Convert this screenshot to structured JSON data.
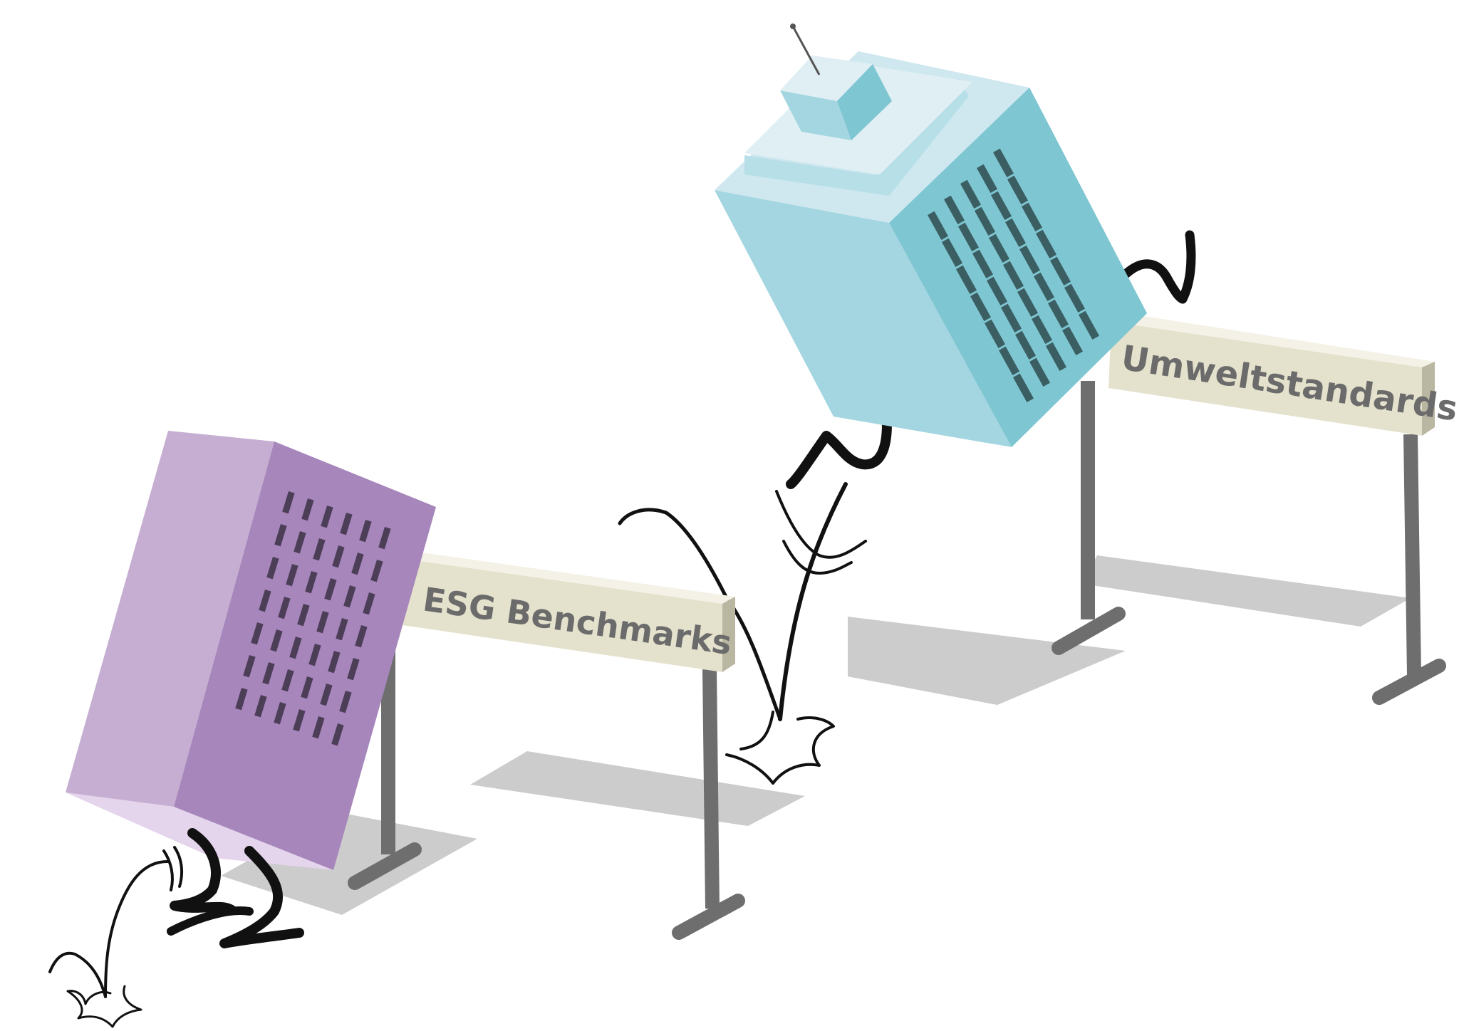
{
  "scene": {
    "hurdles": [
      {
        "id": "front",
        "label": "ESG Benchmarks",
        "rail_color": "#e4e1cc"
      },
      {
        "id": "back",
        "label": "Umweltstandards",
        "rail_color": "#e4e1cc"
      }
    ],
    "buildings": [
      {
        "id": "purple",
        "state": "crashing-into-hurdle",
        "colors": {
          "front": "#c6aed2",
          "side": "#a686bb",
          "window": "#4d3e58"
        }
      },
      {
        "id": "blue",
        "state": "jumping-over-hurdle",
        "colors": {
          "front": "#a3d6e0",
          "side": "#7ec6d2",
          "top": "#cfe8ef",
          "window": "#3b5e62"
        }
      }
    ],
    "colors": {
      "background": "#ffffff",
      "shadow": "#cccccc",
      "post": "#6e6e6e",
      "legs": "#111111"
    }
  }
}
